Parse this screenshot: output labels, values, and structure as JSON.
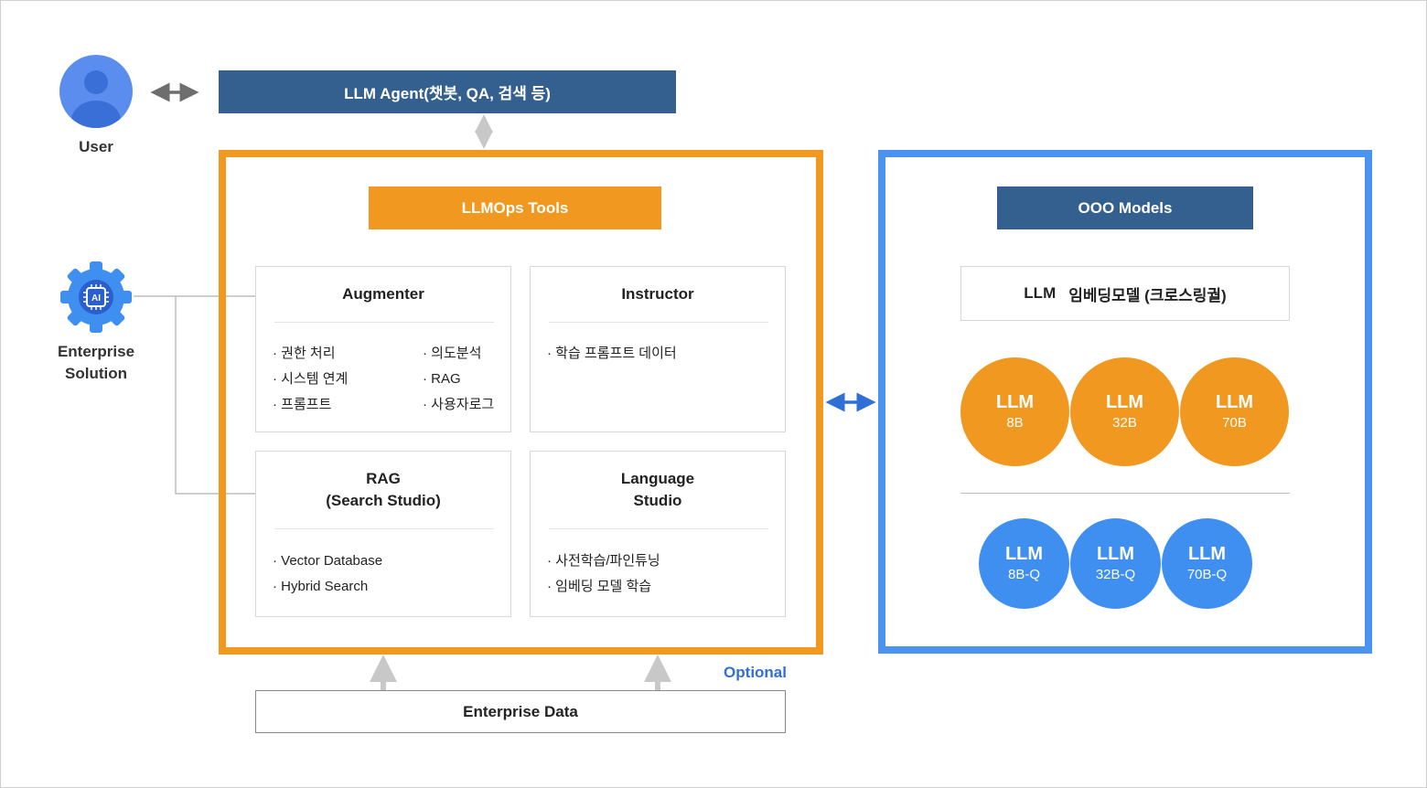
{
  "user": {
    "label": "User"
  },
  "enterprise_solution": {
    "line1": "Enterprise",
    "line2": "Solution",
    "chip_label": "AI"
  },
  "agent": {
    "label": "LLM Agent(챗봇, QA, 검색 등)"
  },
  "llmops": {
    "title": "LLMOps Tools",
    "augmenter": {
      "title": "Augmenter",
      "bullets_left": [
        "· 권한 처리",
        "· 시스템 연계",
        "· 프롬프트"
      ],
      "bullets_right": [
        "· 의도분석",
        "· RAG",
        "· 사용자로그"
      ]
    },
    "instructor": {
      "title": "Instructor",
      "bullets": [
        "· 학습 프롬프트 데이터"
      ]
    },
    "rag": {
      "title_line1": "RAG",
      "title_line2": "(Search Studio)",
      "bullets": [
        "· Vector Database",
        "· Hybrid Search"
      ]
    },
    "language_studio": {
      "title_line1": "Language",
      "title_line2": "Studio",
      "bullets": [
        "· 사전학습/파인튜닝",
        "· 임베딩 모델 학습"
      ]
    }
  },
  "models": {
    "title": "OOO Models",
    "embed_llm": "LLM",
    "embed_text": "임베딩모델 (크로스링궐)",
    "orange_circles": [
      {
        "name": "LLM",
        "size": "8B"
      },
      {
        "name": "LLM",
        "size": "32B"
      },
      {
        "name": "LLM",
        "size": "70B"
      }
    ],
    "blue_circles": [
      {
        "name": "LLM",
        "size": "8B-Q"
      },
      {
        "name": "LLM",
        "size": "32B-Q"
      },
      {
        "name": "LLM",
        "size": "70B-Q"
      }
    ]
  },
  "enterprise_data": {
    "label": "Enterprise Data"
  },
  "optional_label": "Optional",
  "colors": {
    "orange": "#f0981f",
    "blue": "#4a93f0",
    "navy": "#34608f",
    "optional_text": "#2f6fd6"
  }
}
